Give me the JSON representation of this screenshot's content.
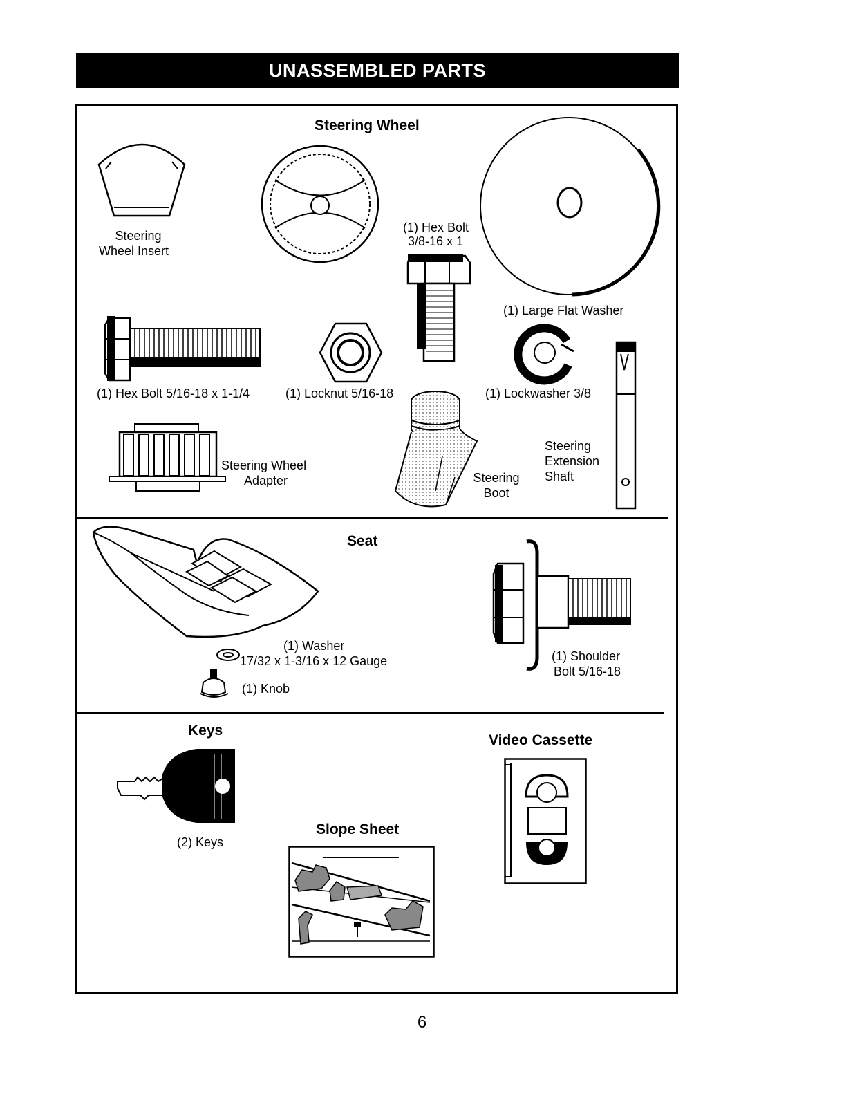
{
  "page": {
    "title": "UNASSEMBLED PARTS",
    "page_number": "6"
  },
  "section_steering": {
    "header": "Steering Wheel",
    "insert_label_line1": "Steering",
    "insert_label_line2": "Wheel Insert",
    "hex_bolt_1_line1": "(1) Hex Bolt",
    "hex_bolt_1_line2": "3/8-16 x 1",
    "large_washer": "(1) Large Flat Washer",
    "hex_bolt_2": "(1) Hex Bolt  5/16-18 x 1-1/4",
    "locknut": "(1) Locknut  5/16-18",
    "lockwasher": "(1) Lockwasher  3/8",
    "adapter_line1": "Steering Wheel",
    "adapter_line2": "Adapter",
    "boot_line1": "Steering",
    "boot_line2": "Boot",
    "shaft_line1": "Steering",
    "shaft_line2": "Extension",
    "shaft_line3": "Shaft"
  },
  "section_seat": {
    "header": "Seat",
    "washer_line1": "(1) Washer",
    "washer_line2": "17/32 x 1-3/16 x 12 Gauge",
    "knob": "(1) Knob",
    "shoulder_bolt_line1": "(1) Shoulder",
    "shoulder_bolt_line2": "Bolt  5/16-18"
  },
  "section_misc": {
    "keys_header": "Keys",
    "keys_label": "(2) Keys",
    "video_header": "Video Cassette",
    "slope_header": "Slope Sheet"
  },
  "icons": [
    "steering-wheel-insert-icon",
    "steering-wheel-icon",
    "hex-bolt-icon",
    "large-flat-washer-icon",
    "locknut-icon",
    "lockwasher-icon",
    "steering-wheel-adapter-icon",
    "steering-boot-icon",
    "extension-shaft-icon",
    "seat-icon",
    "washer-icon",
    "knob-icon",
    "shoulder-bolt-icon",
    "key-icon",
    "slope-sheet-icon",
    "video-cassette-icon"
  ]
}
